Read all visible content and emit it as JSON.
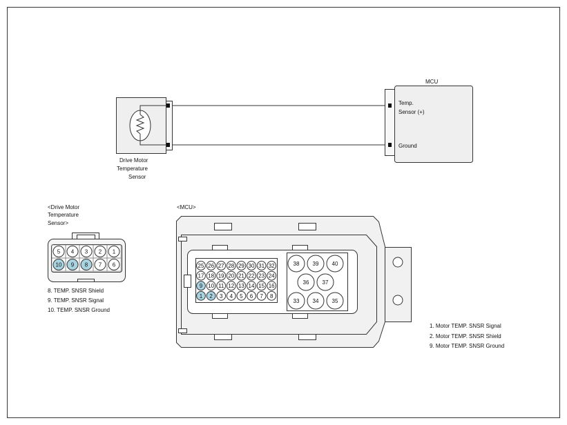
{
  "colors": {
    "highlight": "#a9d3e0",
    "connector_fill": "#f0f0f0",
    "box_fill": "#efefef",
    "stroke": "#333333"
  },
  "top": {
    "sensor_label_lines": [
      "Drive Motor",
      "Temperature",
      "Sensor"
    ],
    "mcu_title": "MCU",
    "mcu_pin_temp_lines": [
      "Temp.",
      "Sensor (+)"
    ],
    "mcu_pin_ground": "Ground",
    "sensor_icon": "thermistor-icon"
  },
  "sensor_connector": {
    "title_lines": [
      "<Drive Motor",
      "Temperature",
      "Sensor>"
    ],
    "row1": [
      "5",
      "4",
      "3",
      "2",
      "1"
    ],
    "row2": [
      "10",
      "9",
      "8",
      "7",
      "6"
    ],
    "highlighted": [
      "8",
      "9",
      "10"
    ],
    "legend": [
      "8. TEMP. SNSR Shield",
      "9. TEMP. SNSR Signal",
      "10. TEMP. SNSR Ground"
    ]
  },
  "mcu_connector": {
    "title": "<MCU>",
    "rows": [
      [
        "25",
        "26",
        "27",
        "28",
        "29",
        "30",
        "31",
        "32"
      ],
      [
        "17",
        "18",
        "19",
        "20",
        "21",
        "22",
        "23",
        "24"
      ],
      [
        "9",
        "10",
        "11",
        "12",
        "13",
        "14",
        "15",
        "16"
      ],
      [
        "1",
        "2",
        "3",
        "4",
        "5",
        "6",
        "7",
        "8"
      ]
    ],
    "big_pins": {
      "row1": [
        "38",
        "39",
        "40"
      ],
      "row2": [
        "36",
        "37"
      ],
      "row3": [
        "33",
        "34",
        "35"
      ]
    },
    "highlighted": [
      "1",
      "2",
      "9"
    ],
    "legend": [
      "1. Motor TEMP. SNSR Signal",
      "2. Motor TEMP. SNSR Shield",
      "9. Motor TEMP. SNSR Ground"
    ]
  }
}
